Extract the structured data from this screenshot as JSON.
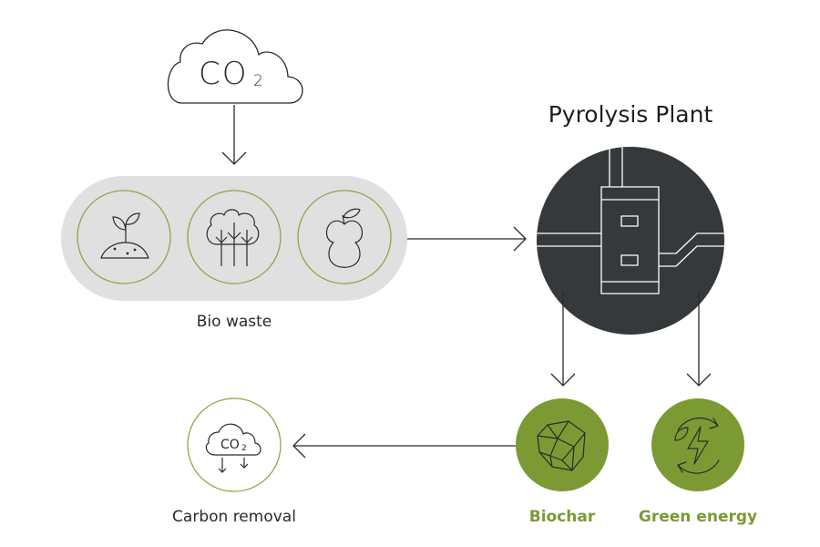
{
  "diagram": {
    "title": "Pyrolysis Plant",
    "co2_cloud": {
      "text": "CO",
      "subscript": "2"
    },
    "bio_waste": {
      "label": "Bio waste",
      "items": [
        {
          "icon": "sprout-icon"
        },
        {
          "icon": "trees-icon"
        },
        {
          "icon": "apple-core-icon"
        }
      ]
    },
    "plant": {
      "icon": "pyrolysis-plant-icon"
    },
    "outputs": [
      {
        "label": "Biochar",
        "icon": "biochar-rock-icon"
      },
      {
        "label": "Green energy",
        "icon": "green-energy-icon"
      }
    ],
    "carbon_removal": {
      "label": "Carbon removal",
      "co2_text": "CO",
      "co2_subscript": "2",
      "icon": "co2-cloud-down-icon"
    }
  },
  "colors": {
    "line": "#2a2a2a",
    "pill_background": "#e0e0e0",
    "accent_green": "#7c9a33",
    "green_ring": "#8aa84a",
    "plant_dark": "#36393b",
    "label_green": "#7a9a35"
  }
}
